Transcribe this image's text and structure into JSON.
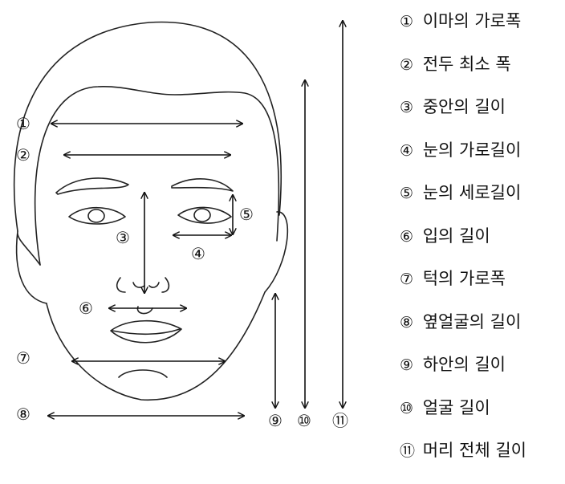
{
  "markers": [
    "①",
    "②",
    "③",
    "④",
    "⑤",
    "⑥",
    "⑦",
    "⑧",
    "⑨",
    "⑩",
    "⑪"
  ],
  "legend": [
    {
      "num": "①",
      "label": "이마의 가로폭"
    },
    {
      "num": "②",
      "label": "전두 최소 폭"
    },
    {
      "num": "③",
      "label": "중안의 길이"
    },
    {
      "num": "④",
      "label": "눈의 가로길이"
    },
    {
      "num": "⑤",
      "label": "눈의 세로길이"
    },
    {
      "num": "⑥",
      "label": "입의 길이"
    },
    {
      "num": "⑦",
      "label": "턱의 가로폭"
    },
    {
      "num": "⑧",
      "label": "옆얼굴의 길이"
    },
    {
      "num": "⑨",
      "label": "하안의 길이"
    },
    {
      "num": "⑩",
      "label": "얼굴 길이"
    },
    {
      "num": "⑪",
      "label": "머리 전체 길이"
    }
  ]
}
